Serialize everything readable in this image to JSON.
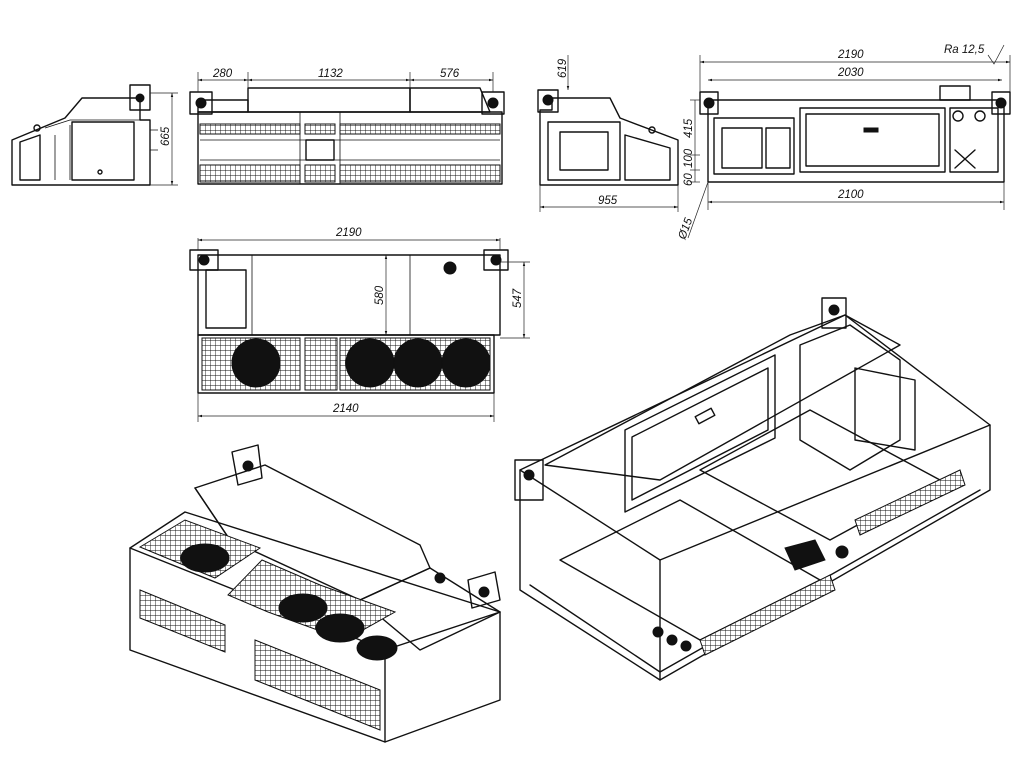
{
  "dimensions": {
    "side_left_height": "665",
    "front_top_a": "280",
    "front_top_b": "1132",
    "front_top_c": "576",
    "side_right_height": "619",
    "side_right_width": "955",
    "back_total_width": "2190",
    "back_inner_width": "2030",
    "back_base_width": "2100",
    "back_v_415": "415",
    "back_v_100": "100",
    "back_v_60": "60",
    "back_hole": "Ø15",
    "surface_finish": "Ra 12,5",
    "top_width": "2190",
    "top_bottom_width": "2140",
    "top_h_580": "580",
    "top_h_547": "547"
  }
}
